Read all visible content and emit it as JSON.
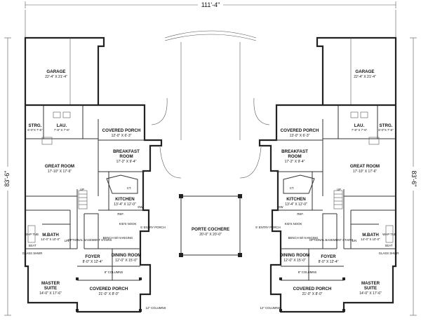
{
  "dimensions": {
    "overall_width": "111'-4\"",
    "overall_depth": "83'-6\""
  },
  "center": {
    "porte_cochere": {
      "name": "PORTE COCHERE",
      "size": "20'-0\" X 20'-0\""
    }
  },
  "left": {
    "garage": {
      "name": "GARAGE",
      "size": "22'-4\" X 21'-4\""
    },
    "strg": {
      "name": "STRG.",
      "size": "6'-0\"X 7'-6\""
    },
    "lau": {
      "name": "LAU.",
      "size": "7'-8\" X 7'-6\""
    },
    "covered_porch_top": {
      "name": "COVERED PORCH",
      "size": "12'-0\" X 6'-3\""
    },
    "breakfast": {
      "name1": "BREAKFAST",
      "name2": "ROOM",
      "size": "17'-2\" X 9'-4\""
    },
    "great_room": {
      "name": "GREAT ROOM",
      "size": "17'-10\" X 17'-6\""
    },
    "kitchen": {
      "name": "KITCHEN",
      "size": "13'-4\" X 12'-0\""
    },
    "ct": "CT.",
    "up": "UP",
    "ref": "REF.",
    "dw": "DW",
    "kids_nook": "KID'S NOOK",
    "entry_porch": "5' ENTRY PORCH",
    "whp_tub": "WHP TUB",
    "m_bath": {
      "name": "M.BATH",
      "size": "14'-0\" X 10'-0\""
    },
    "lin": "LIN",
    "seat": "SEAT",
    "glass_shwr": "GLASS SHWR",
    "bench": "BENCH W/ HANGING",
    "optional_basement": "OPTIONAL BASEMENT STAIRS",
    "dining": {
      "name": "DINING ROOM",
      "size": "12'-0\" X 15'-0\""
    },
    "foyer": {
      "name": "FOYER",
      "size": "8'-0\" X 12'-4\""
    },
    "columns_8": "8\" COLUMNS",
    "master": {
      "name1": "MASTER",
      "name2": "SUITE",
      "size": "14'-0\" X 17'-6\""
    },
    "covered_porch_bottom": {
      "name": "COVERED PORCH",
      "size": "21'-0\" X 8'-0\""
    },
    "columns_12": "12\" COLUMNS"
  },
  "right": {
    "garage": {
      "name": "GARAGE",
      "size": "22'-4\" X 21'-4\""
    },
    "strg": {
      "name": "STRG.",
      "size": "6'-0\"X 7'-6\""
    },
    "lau": {
      "name": "LAU.",
      "size": "7'-8\" X 7'-6\""
    },
    "covered_porch_top": {
      "name": "COVERED PORCH",
      "size": "13'-0\" X 6'-3\""
    },
    "breakfast": {
      "name1": "BREAKFAST",
      "name2": "ROOM",
      "size": "17'-2\" X 9'-4\""
    },
    "great_room": {
      "name": "GREAT ROOM",
      "size": "17'-10\" X 17'-6\""
    },
    "kitchen": {
      "name": "KITCHEN",
      "size": "13'-4\" X 12'-0\""
    },
    "ct": "CT.",
    "up": "UP",
    "ref": "REF.",
    "dw": "DW",
    "kids_nook": "KID'S NOOK",
    "entry_porch": "5' ENTRY PORCH",
    "whp_tub": "WHP TUB",
    "m_bath": {
      "name": "M.BATH",
      "size": "14'-0\" X 10'-0\""
    },
    "lin": "LIN",
    "seat": "SEAT",
    "glass_shwr": "GLASS SHWR",
    "bench": "BENCH W/ HANGING",
    "optional_basement": "OPTIONAL BASEMENT STAIRS",
    "dining": {
      "name": "DINING ROOM",
      "size": "12'-0\" X 15'-0\""
    },
    "foyer": {
      "name": "FOYER",
      "size": "8'-0\" X 12'-4\""
    },
    "columns_8": "8\" COLUMNS",
    "master": {
      "name1": "MASTER",
      "name2": "SUITE",
      "size": "14'-0\" X 17'-6\""
    },
    "covered_porch_bottom": {
      "name": "COVERED PORCH",
      "size": "21'-0\" X 8'-0\""
    },
    "columns_12": "12\" COLUMNS"
  }
}
